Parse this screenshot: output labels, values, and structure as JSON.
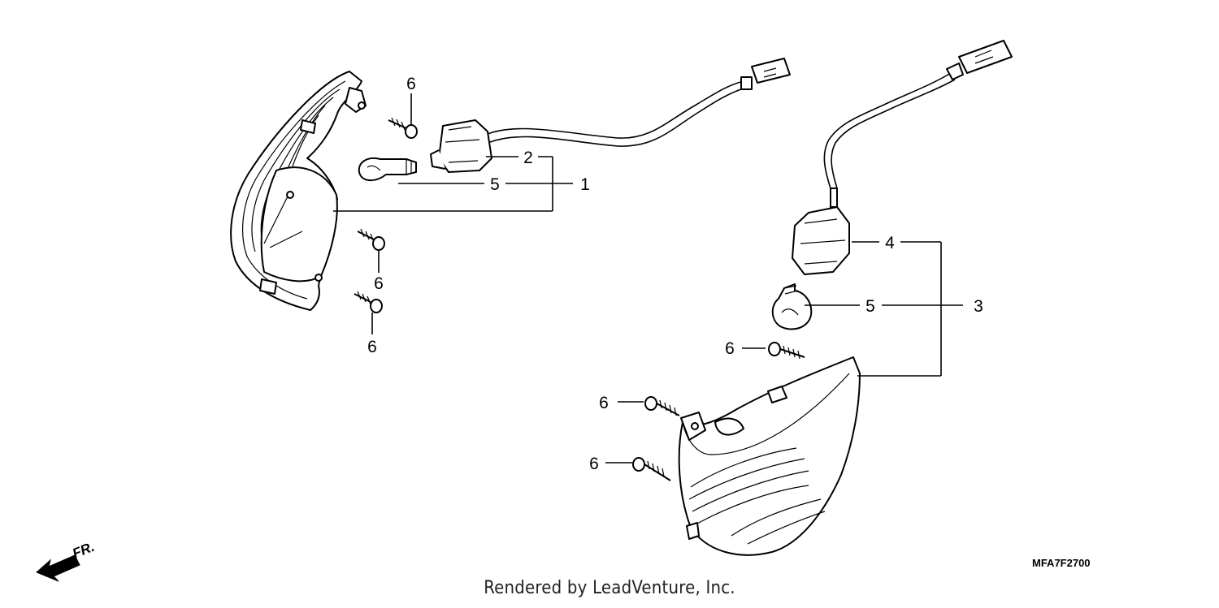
{
  "diagram": {
    "code": "MFA7F2700",
    "front_label": "FR.",
    "footer": "Rendered by LeadVenture, Inc.",
    "callouts": {
      "left_screw_top": "6",
      "left_socket": "2",
      "left_bulb": "5",
      "left_assembly": "1",
      "left_screw_mid": "6",
      "left_screw_bottom": "6",
      "right_socket": "4",
      "right_bulb": "5",
      "right_assembly": "3",
      "right_screw_top": "6",
      "right_screw_mid": "6",
      "right_screw_bottom": "6"
    }
  }
}
